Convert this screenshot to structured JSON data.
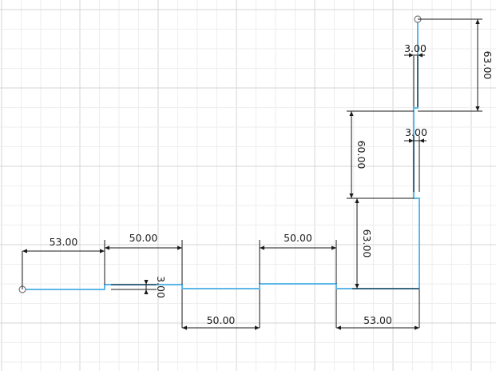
{
  "colors": {
    "background": "#ffffff",
    "grid_major": "#d6d6d6",
    "grid_minor": "#eeeeee",
    "sketch_line": "#5db8e8",
    "dimension_line": "#1a1a1a",
    "endpoint": "#7a7a7a"
  },
  "dimensions": {
    "seg1_width": "53.00",
    "seg2_width": "50.00",
    "step_offset_1": "3.00",
    "seg3_width": "50.00",
    "seg4_width": "50.00",
    "seg5_width": "53.00",
    "rise_lower": "63.00",
    "rise_middle": "60.00",
    "step_offset_2": "3.00",
    "step_offset_3": "3.00",
    "rise_upper": "63.00"
  },
  "icons": {
    "start_point": "endpoint-circle-icon",
    "end_point": "endpoint-circle-icon"
  }
}
